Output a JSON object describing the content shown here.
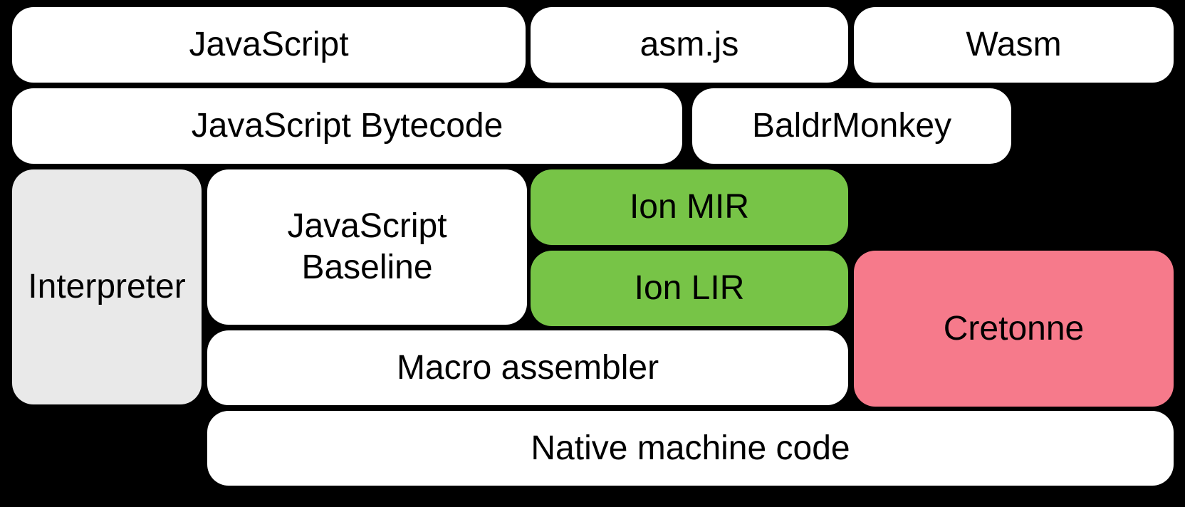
{
  "diagram": {
    "background_color": "#000000",
    "text_color": "#000000",
    "palette": {
      "white_box": "#ffffff",
      "gray_box": "#e9e9e9",
      "green_box": "#77c447",
      "pink_box": "#f67a8b"
    },
    "boxes": [
      {
        "id": "javascript",
        "label": "JavaScript",
        "color": "#ffffff"
      },
      {
        "id": "asmjs",
        "label": "asm.js",
        "color": "#ffffff"
      },
      {
        "id": "wasm",
        "label": "Wasm",
        "color": "#ffffff"
      },
      {
        "id": "javascript-bytecode",
        "label": "JavaScript Bytecode",
        "color": "#ffffff"
      },
      {
        "id": "baldrmonkey",
        "label": "BaldrMonkey",
        "color": "#ffffff"
      },
      {
        "id": "interpreter",
        "label": "Interpreter",
        "color": "#e9e9e9"
      },
      {
        "id": "javascript-baseline",
        "label": "JavaScript Baseline",
        "color": "#ffffff",
        "lines": [
          "JavaScript",
          "Baseline"
        ]
      },
      {
        "id": "ion-mir",
        "label": "Ion MIR",
        "color": "#77c447"
      },
      {
        "id": "ion-lir",
        "label": "Ion LIR",
        "color": "#77c447"
      },
      {
        "id": "cretonne",
        "label": "Cretonne",
        "color": "#f67a8b"
      },
      {
        "id": "macro-assembler",
        "label": "Macro assembler",
        "color": "#ffffff"
      },
      {
        "id": "native-machine-code",
        "label": "Native machine code",
        "color": "#ffffff"
      }
    ]
  }
}
